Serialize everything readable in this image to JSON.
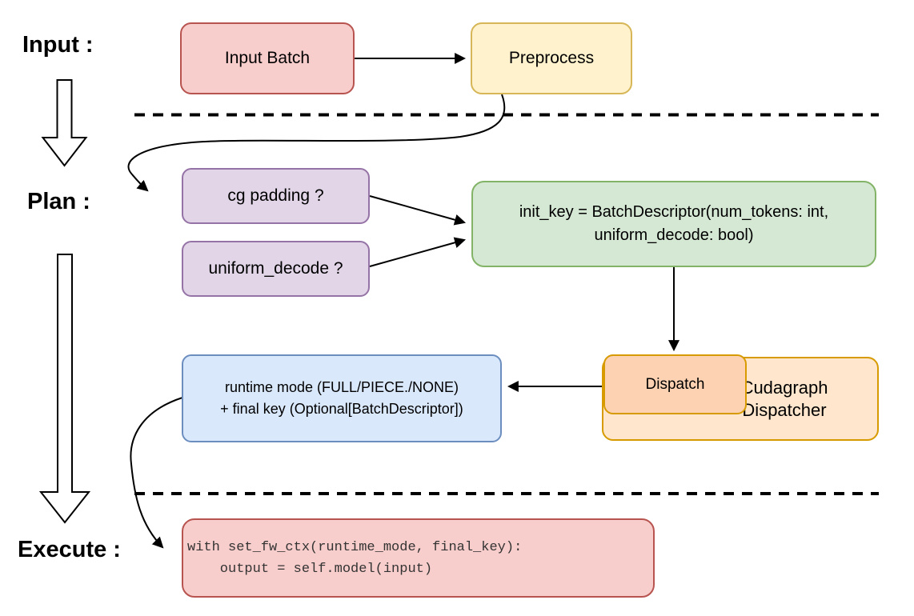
{
  "diagram": {
    "stage_labels": {
      "input": "Input :",
      "plan": "Plan :",
      "execute": "Execute :"
    },
    "nodes": {
      "input_batch": {
        "label": "Input Batch"
      },
      "preprocess": {
        "label": "Preprocess"
      },
      "cg_padding": {
        "label": "cg padding ?"
      },
      "uniform_decode": {
        "label": "uniform_decode ?"
      },
      "init_key": {
        "line1": "init_key = BatchDescriptor(num_tokens: int,",
        "line2": "uniform_decode: bool)"
      },
      "runtime_mode": {
        "line1": "runtime mode (FULL/PIECE./NONE)",
        "line2": "+ final key (Optional[BatchDescriptor])"
      },
      "dispatch": {
        "label": "Dispatch"
      },
      "cudagraph_dispatcher": {
        "line1": "Cudagraph",
        "line2": "Dispatcher"
      },
      "execute_code": {
        "line1": "with set_fw_ctx(runtime_mode, final_key):",
        "line2": "    output = self.model(input)"
      }
    },
    "colors": {
      "red_fill": "#f8cecc",
      "red_border": "#b85450",
      "yellow_fill": "#fff2cc",
      "yellow_border": "#d6b656",
      "purple_fill": "#e1d5e7",
      "purple_border": "#9673a6",
      "green_fill": "#d5e8d4",
      "green_border": "#82b366",
      "blue_fill": "#dae8fc",
      "blue_border": "#6c8ebf",
      "orange_fill": "#ffe6cc",
      "orange_inner_fill": "#fcd2b2",
      "orange_border": "#d79b00",
      "connector": "#000000"
    }
  }
}
